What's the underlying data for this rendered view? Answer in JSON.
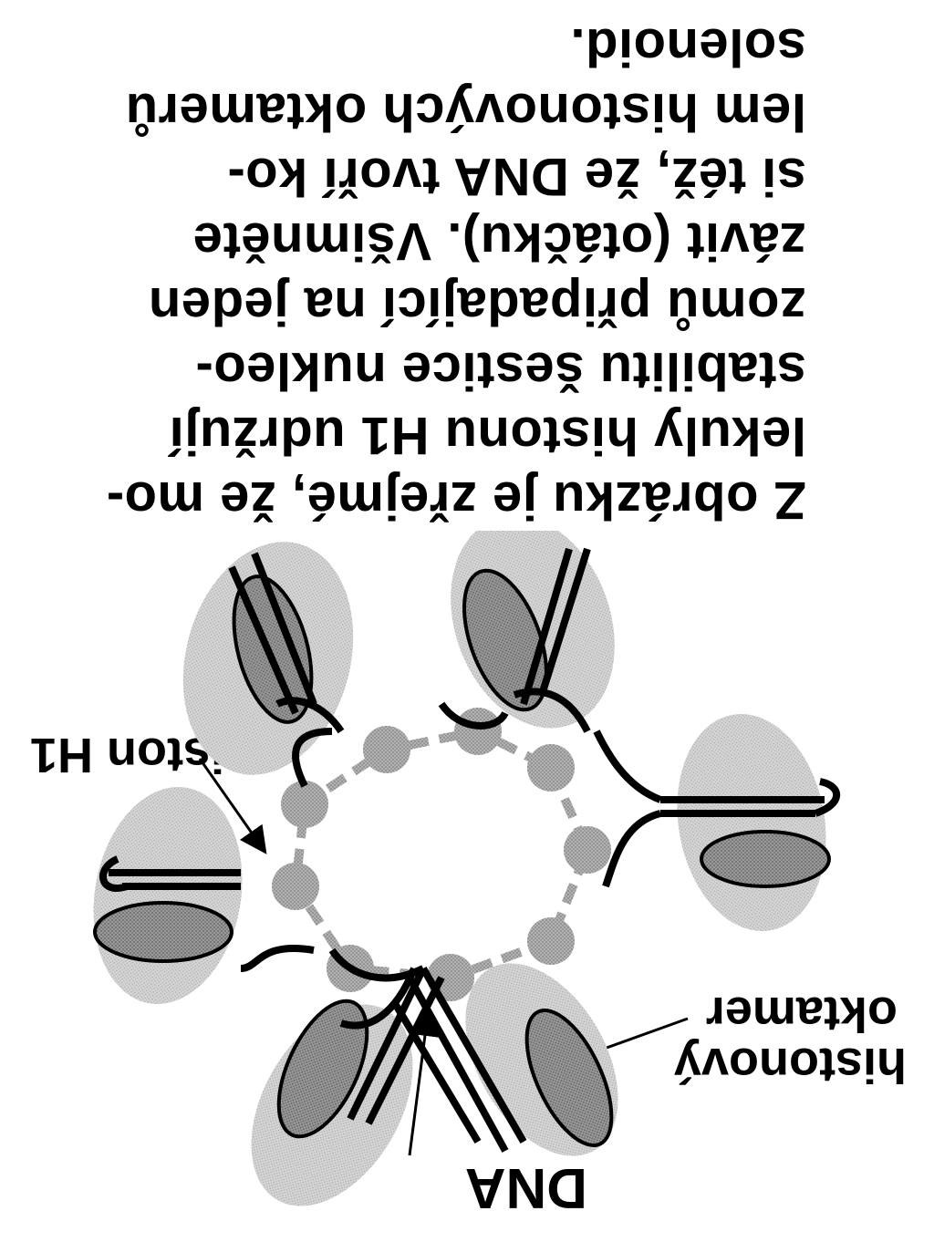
{
  "paragraph": {
    "lines": [
      "Z obrázku je zřejmé, že mo-",
      "lekuly histonu H1 udržují",
      "stabilitu šestice nukleo-",
      "zomů připadající na jeden",
      "závit (otáčku). Všimněte",
      "si též, že DNA tvoří ko-",
      "lem histonových oktamerů",
      "solenoid."
    ]
  },
  "diagram": {
    "labels": {
      "dna": "DNA",
      "histone_octamer_line1": "histonový",
      "histone_octamer_line2": "oktamer",
      "histone_h1": "histon H1"
    }
  }
}
